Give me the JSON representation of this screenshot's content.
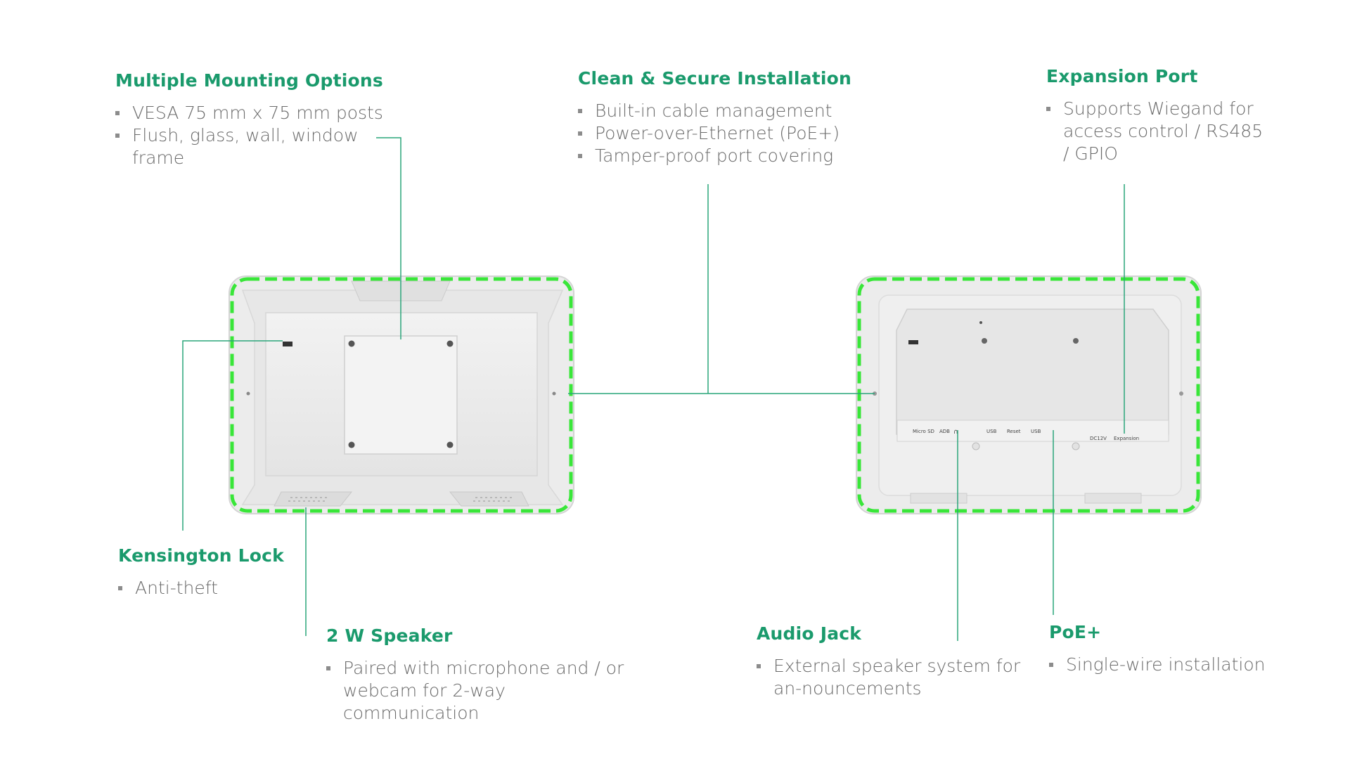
{
  "colors": {
    "accent": "#1a9a6c",
    "connector": "#2aa57a",
    "highlight": "#39e639",
    "device_body": "#eeeeee",
    "body_text": "#6a6a6a"
  },
  "callouts": {
    "mounting": {
      "title": "Multiple Mounting Options",
      "items": [
        "VESA 75 mm x 75 mm posts",
        "Flush, glass, wall, window frame"
      ]
    },
    "installation": {
      "title": "Clean & Secure Installation",
      "items": [
        "Built-in cable management",
        "Power-over-Ethernet (PoE+)",
        "Tamper-proof port covering"
      ]
    },
    "expansion": {
      "title": "Expansion Port",
      "items": [
        "Supports Wiegand for access control / RS485 / GPIO"
      ]
    },
    "kensington": {
      "title": "Kensington Lock",
      "items": [
        "Anti-theft"
      ]
    },
    "speaker": {
      "title": "2 W Speaker",
      "items": [
        "Paired with microphone and / or webcam for 2-way communication"
      ]
    },
    "audio": {
      "title": "Audio Jack",
      "items": [
        "External speaker system for an-nouncements"
      ]
    },
    "poe": {
      "title": "PoE+",
      "items": [
        "Single-wire installation"
      ]
    }
  },
  "port_labels": {
    "micro_sd": "Micro SD",
    "adb": "ADB",
    "usb_1": "USB",
    "reset": "Reset",
    "usb_2": "USB",
    "dc12v": "DC12V",
    "expansion": "Expansion"
  }
}
